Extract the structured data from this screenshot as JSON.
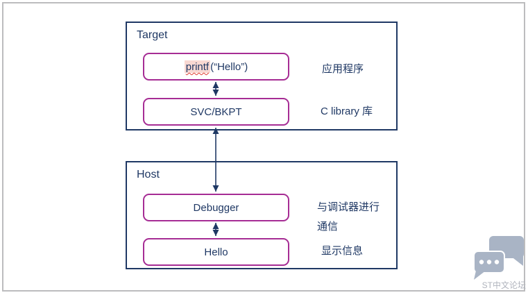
{
  "target_group": {
    "title": "Target",
    "node_printf": {
      "highlighted": "printf",
      "rest": "(“Hello”)"
    },
    "node_svc": "SVC/BKPT",
    "label_app": "应用程序",
    "label_clib": "C library 库"
  },
  "host_group": {
    "title": "Host",
    "node_debugger": "Debugger",
    "node_hello": "Hello",
    "label_debug_line1": "与调试器进行",
    "label_debug_line2": "通信",
    "label_display": "显示信息"
  },
  "watermark": {
    "icon": "chat-bubbles-icon",
    "text": "ST中文论坛"
  },
  "colors": {
    "group_outline": "#1f3864",
    "node_border": "#a62c94",
    "text": "#1f3864",
    "arrow": "#1f3864",
    "highlight_bg": "#f8d8d2",
    "squiggle": "#e03c31",
    "page_frame": "#bcbcbe",
    "watermark_icon": "#a9b4c5",
    "watermark_text": "#b0b4bd"
  }
}
